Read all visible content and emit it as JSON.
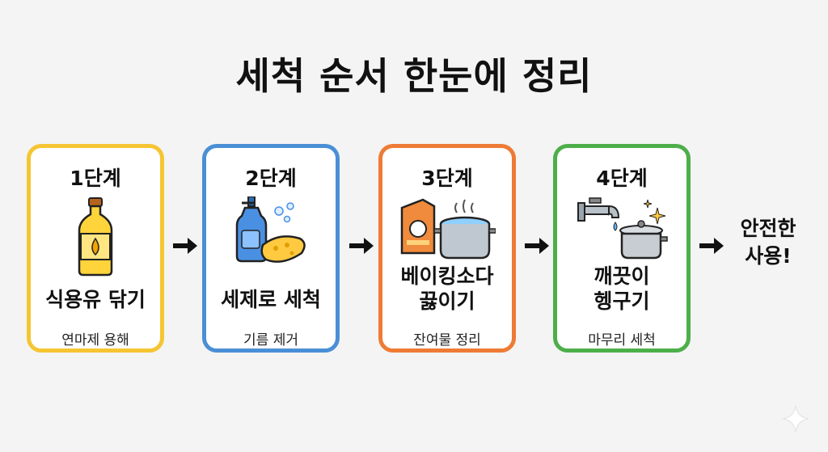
{
  "title": "세척 순서 한눈에 정리",
  "steps": [
    {
      "label": "1단계",
      "action": "식용유 닦기",
      "desc": "연마제 용해",
      "icon": "oil-bottle-icon",
      "color": "#f5c533"
    },
    {
      "label": "2단계",
      "action": "세제로 세척",
      "desc": "기름 제거",
      "icon": "detergent-sponge-icon",
      "color": "#4a8fd6"
    },
    {
      "label": "3단계",
      "action_line1": "베이킹소다",
      "action_line2": "끓이기",
      "desc": "잔여물 정리",
      "icon": "baking-soda-pot-icon",
      "color": "#ee7b35"
    },
    {
      "label": "4단계",
      "action_line1": "깨끗이",
      "action_line2": "헹구기",
      "desc": "마무리 세척",
      "icon": "faucet-pot-icon",
      "color": "#4daf4a"
    }
  ],
  "final": {
    "line1": "안전한",
    "line2": "사용!"
  }
}
